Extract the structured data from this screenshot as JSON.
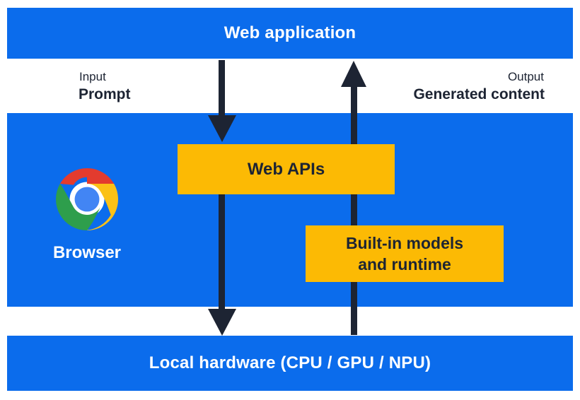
{
  "colors": {
    "blue": "#0b6cec",
    "yellow": "#fcba04",
    "navy": "#1d2433",
    "white": "#ffffff",
    "chrome-red": "#e33b2e",
    "chrome-green": "#2e9e4c",
    "chrome-yellow": "#fbc116",
    "chrome-blue": "#4285f4"
  },
  "top_bar": {
    "label": "Web application"
  },
  "left_flow": {
    "label": "Input",
    "sublabel": "Prompt"
  },
  "right_flow": {
    "label": "Output",
    "sublabel": "Generated content"
  },
  "browser": {
    "label": "Browser",
    "logo": "chrome-logo"
  },
  "web_apis_box": {
    "label": "Web APIs"
  },
  "builtin_box": {
    "line1": "Built-in models",
    "line2": "and runtime"
  },
  "bottom_bar": {
    "label": "Local hardware (CPU / GPU / NPU)"
  }
}
